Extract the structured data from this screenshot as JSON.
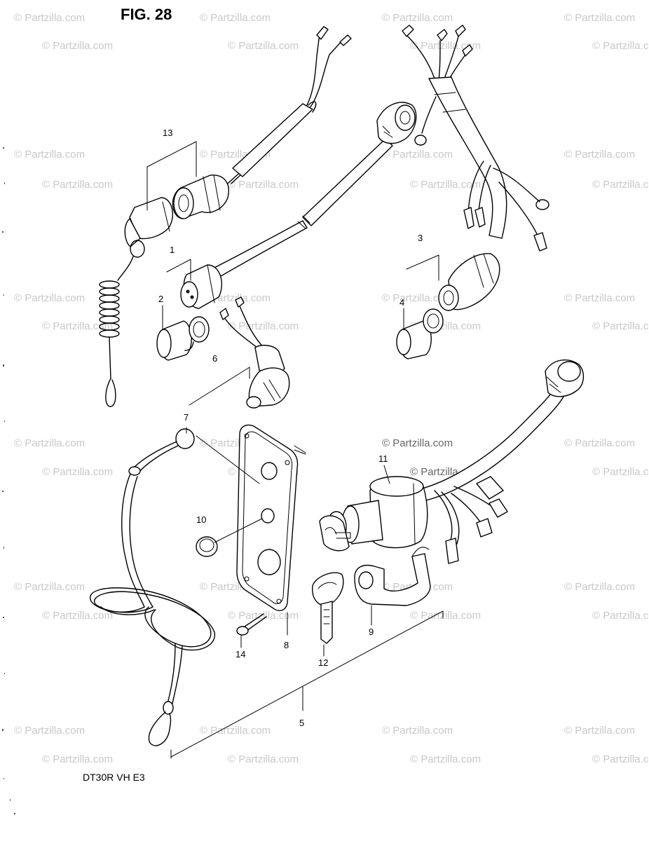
{
  "figure": {
    "title": "FIG. 28",
    "model": "DT30R  VH  E3"
  },
  "watermark": {
    "text": "© Partzilla.com",
    "highlight_text": "© Partzilla.com"
  },
  "callouts": {
    "c1": "1",
    "c2": "2",
    "c3": "3",
    "c4": "4",
    "c5": "5",
    "c6": "6",
    "c7": "7",
    "c8": "8",
    "c9": "9",
    "c10": "10",
    "c11": "11",
    "c12": "12",
    "c13": "13",
    "c14": "14"
  }
}
